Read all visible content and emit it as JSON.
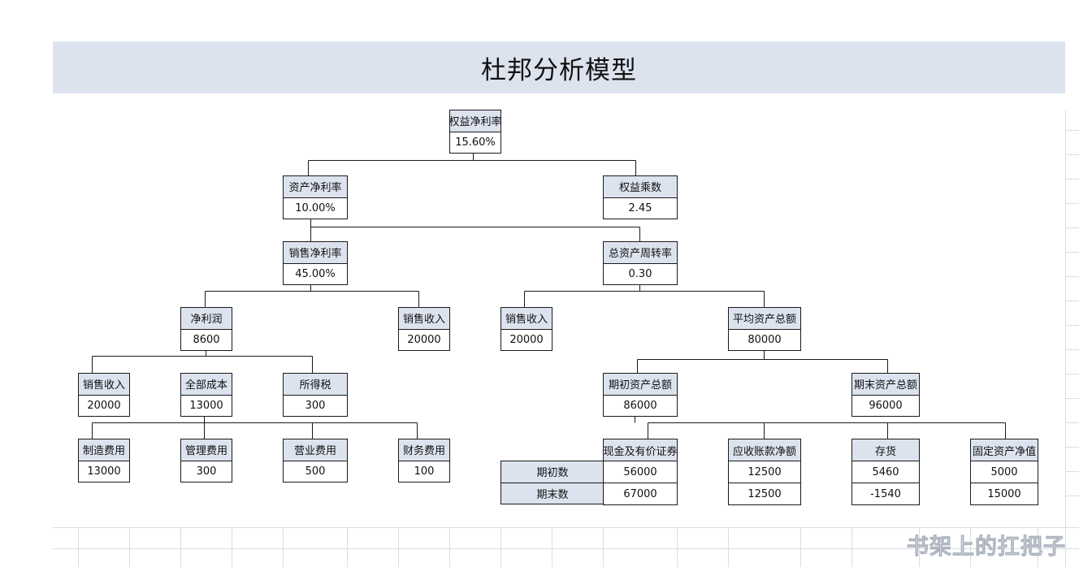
{
  "title": "杜邦分析模型",
  "watermark": "书架上的扛把子",
  "nodes": {
    "roe": {
      "label": "权益净利率",
      "value": "15.60%"
    },
    "roa": {
      "label": "资产净利率",
      "value": "10.00%"
    },
    "equity_multiplier": {
      "label": "权益乘数",
      "value": "2.45"
    },
    "net_margin": {
      "label": "销售净利率",
      "value": "45.00%"
    },
    "asset_turnover": {
      "label": "总资产周转率",
      "value": "0.30"
    },
    "net_profit": {
      "label": "净利润",
      "value": "8600"
    },
    "sales_revenue_a": {
      "label": "销售收入",
      "value": "20000"
    },
    "sales_revenue_b": {
      "label": "销售收入",
      "value": "20000"
    },
    "avg_total_assets": {
      "label": "平均资产总额",
      "value": "80000"
    },
    "sales_revenue_c": {
      "label": "销售收入",
      "value": "20000"
    },
    "total_cost": {
      "label": "全部成本",
      "value": "13000"
    },
    "income_tax": {
      "label": "所得税",
      "value": "300"
    },
    "opening_total_assets": {
      "label": "期初资产总额",
      "value": "86000"
    },
    "closing_total_assets": {
      "label": "期末资产总额",
      "value": "96000"
    },
    "manufacturing_cost": {
      "label": "制造费用",
      "value": "13000"
    },
    "admin_expense": {
      "label": "管理费用",
      "value": "300"
    },
    "selling_expense": {
      "label": "营业费用",
      "value": "500"
    },
    "financial_expense": {
      "label": "财务费用",
      "value": "100"
    }
  },
  "asset_breakdown": {
    "row_labels": [
      "期初数",
      "期末数"
    ],
    "items": [
      {
        "label": "现金及有价证券",
        "opening": "56000",
        "closing": "67000"
      },
      {
        "label": "应收账款净额",
        "opening": "12500",
        "closing": "12500"
      },
      {
        "label": "存货",
        "opening": "5460",
        "closing": "-1540"
      },
      {
        "label": "固定资产净值",
        "opening": "5000",
        "closing": "15000"
      }
    ]
  }
}
